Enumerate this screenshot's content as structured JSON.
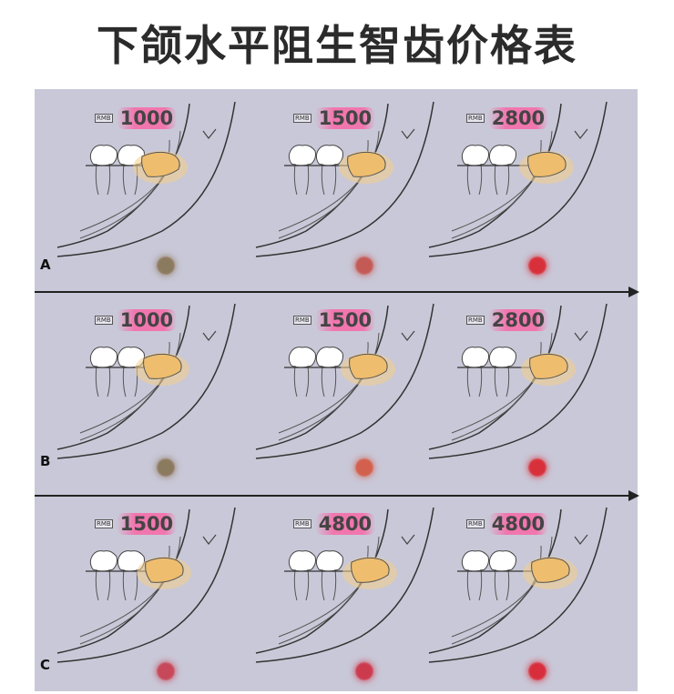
{
  "title": "下颌水平阻生智齿价格表",
  "currency_tag": "RMB",
  "rows": [
    {
      "label": "A",
      "panels": [
        {
          "price": "1000",
          "difficulty": "low",
          "dot_color": "#8a7a5e"
        },
        {
          "price": "1500",
          "difficulty": "medium",
          "dot_color": "#c45a55"
        },
        {
          "price": "2800",
          "difficulty": "high",
          "dot_color": "#d8303a"
        }
      ]
    },
    {
      "label": "B",
      "panels": [
        {
          "price": "1000",
          "difficulty": "low",
          "dot_color": "#8a7a5e"
        },
        {
          "price": "1500",
          "difficulty": "medium",
          "dot_color": "#d2604c"
        },
        {
          "price": "2800",
          "difficulty": "high",
          "dot_color": "#d8303a"
        }
      ]
    },
    {
      "label": "C",
      "panels": [
        {
          "price": "1500",
          "difficulty": "medium",
          "dot_color": "#c6485a"
        },
        {
          "price": "4800",
          "difficulty": "high",
          "dot_color": "#cc3a4e"
        },
        {
          "price": "4800",
          "difficulty": "high",
          "dot_color": "#d82e3c"
        }
      ]
    }
  ],
  "colors": {
    "background": "#c9c8d8",
    "tooth_crown": "#ffffff",
    "impacted_tooth": "#f3d08a",
    "highlight_pink": "#ff5aa0",
    "line": "#222222"
  }
}
